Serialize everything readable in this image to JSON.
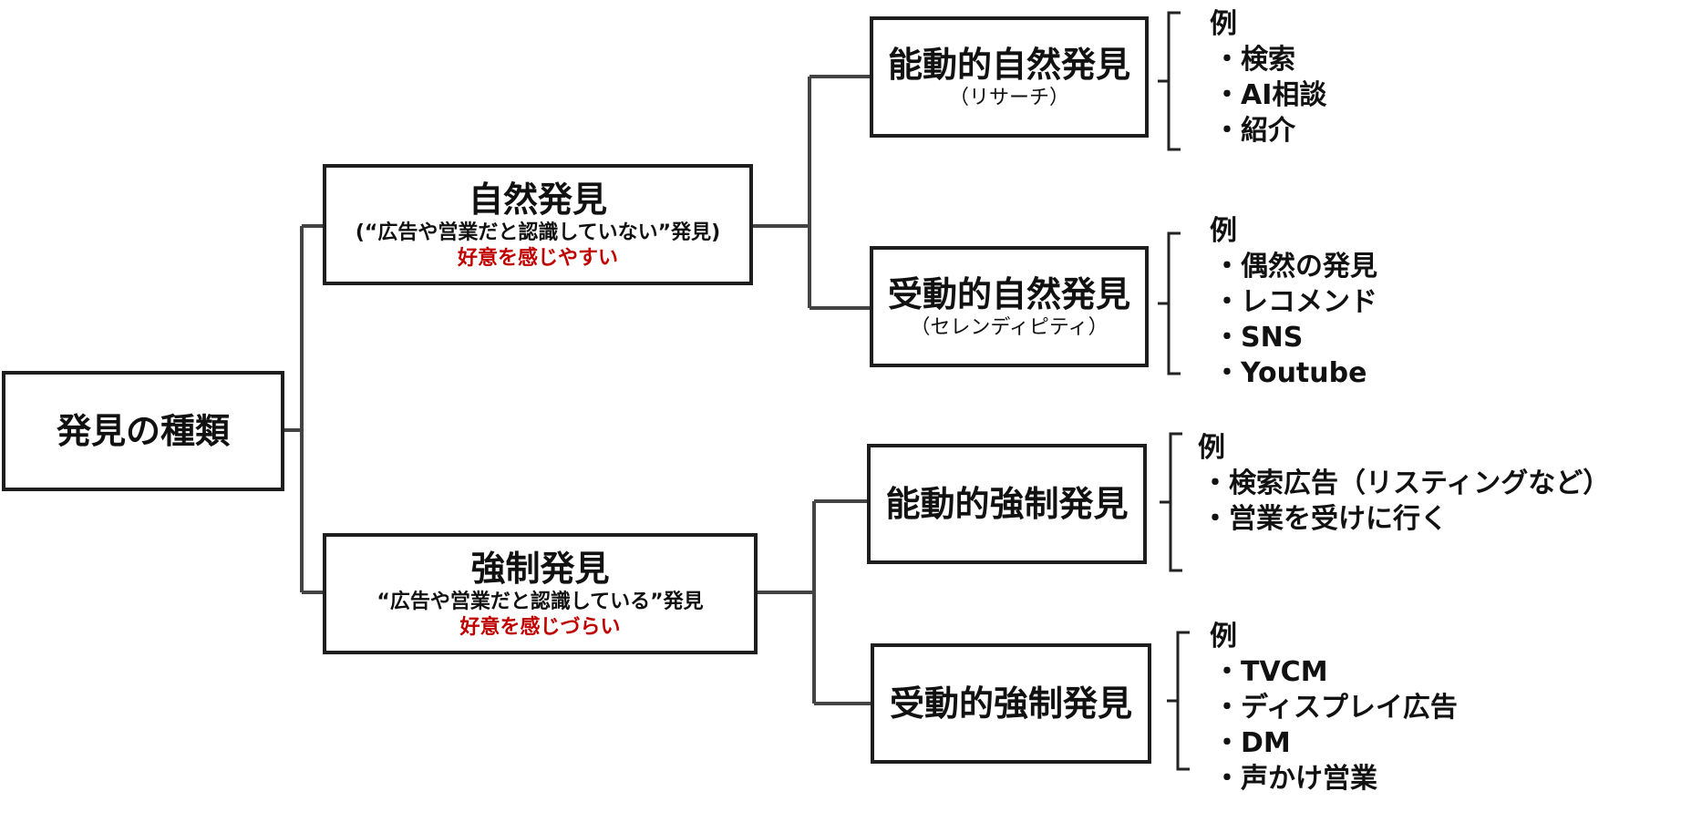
{
  "root": {
    "title": "発見の種類"
  },
  "natural": {
    "title": "自然発見",
    "subtitle": "(“広告や営業だと認識していない”発見)",
    "note": "好意を感じやすい",
    "note_color": "#c00000"
  },
  "forced": {
    "title": "強制発見",
    "subtitle": "“広告や営業だと認識している”発見",
    "note": "好意を感じづらい",
    "note_color": "#c00000"
  },
  "active_natural": {
    "title": "能動的自然発見",
    "subtitle": "（リサーチ）",
    "example_label": "例",
    "examples": [
      "・検索",
      "・AI相談",
      "・紹介"
    ]
  },
  "passive_natural": {
    "title": "受動的自然発見",
    "subtitle": "（セレンディピティ）",
    "example_label": "例",
    "examples": [
      "・偶然の発見",
      "・レコメンド",
      "・SNS",
      "・Youtube"
    ]
  },
  "active_forced": {
    "title": "能動的強制発見",
    "example_label": "例",
    "examples": [
      "・検索広告（リスティングなど）",
      "・営業を受けに行く"
    ]
  },
  "passive_forced": {
    "title": "受動的強制発見",
    "example_label": "例",
    "examples": [
      "・TVCM",
      "・ディスプレイ広告",
      "・DM",
      "・声かけ営業"
    ]
  }
}
